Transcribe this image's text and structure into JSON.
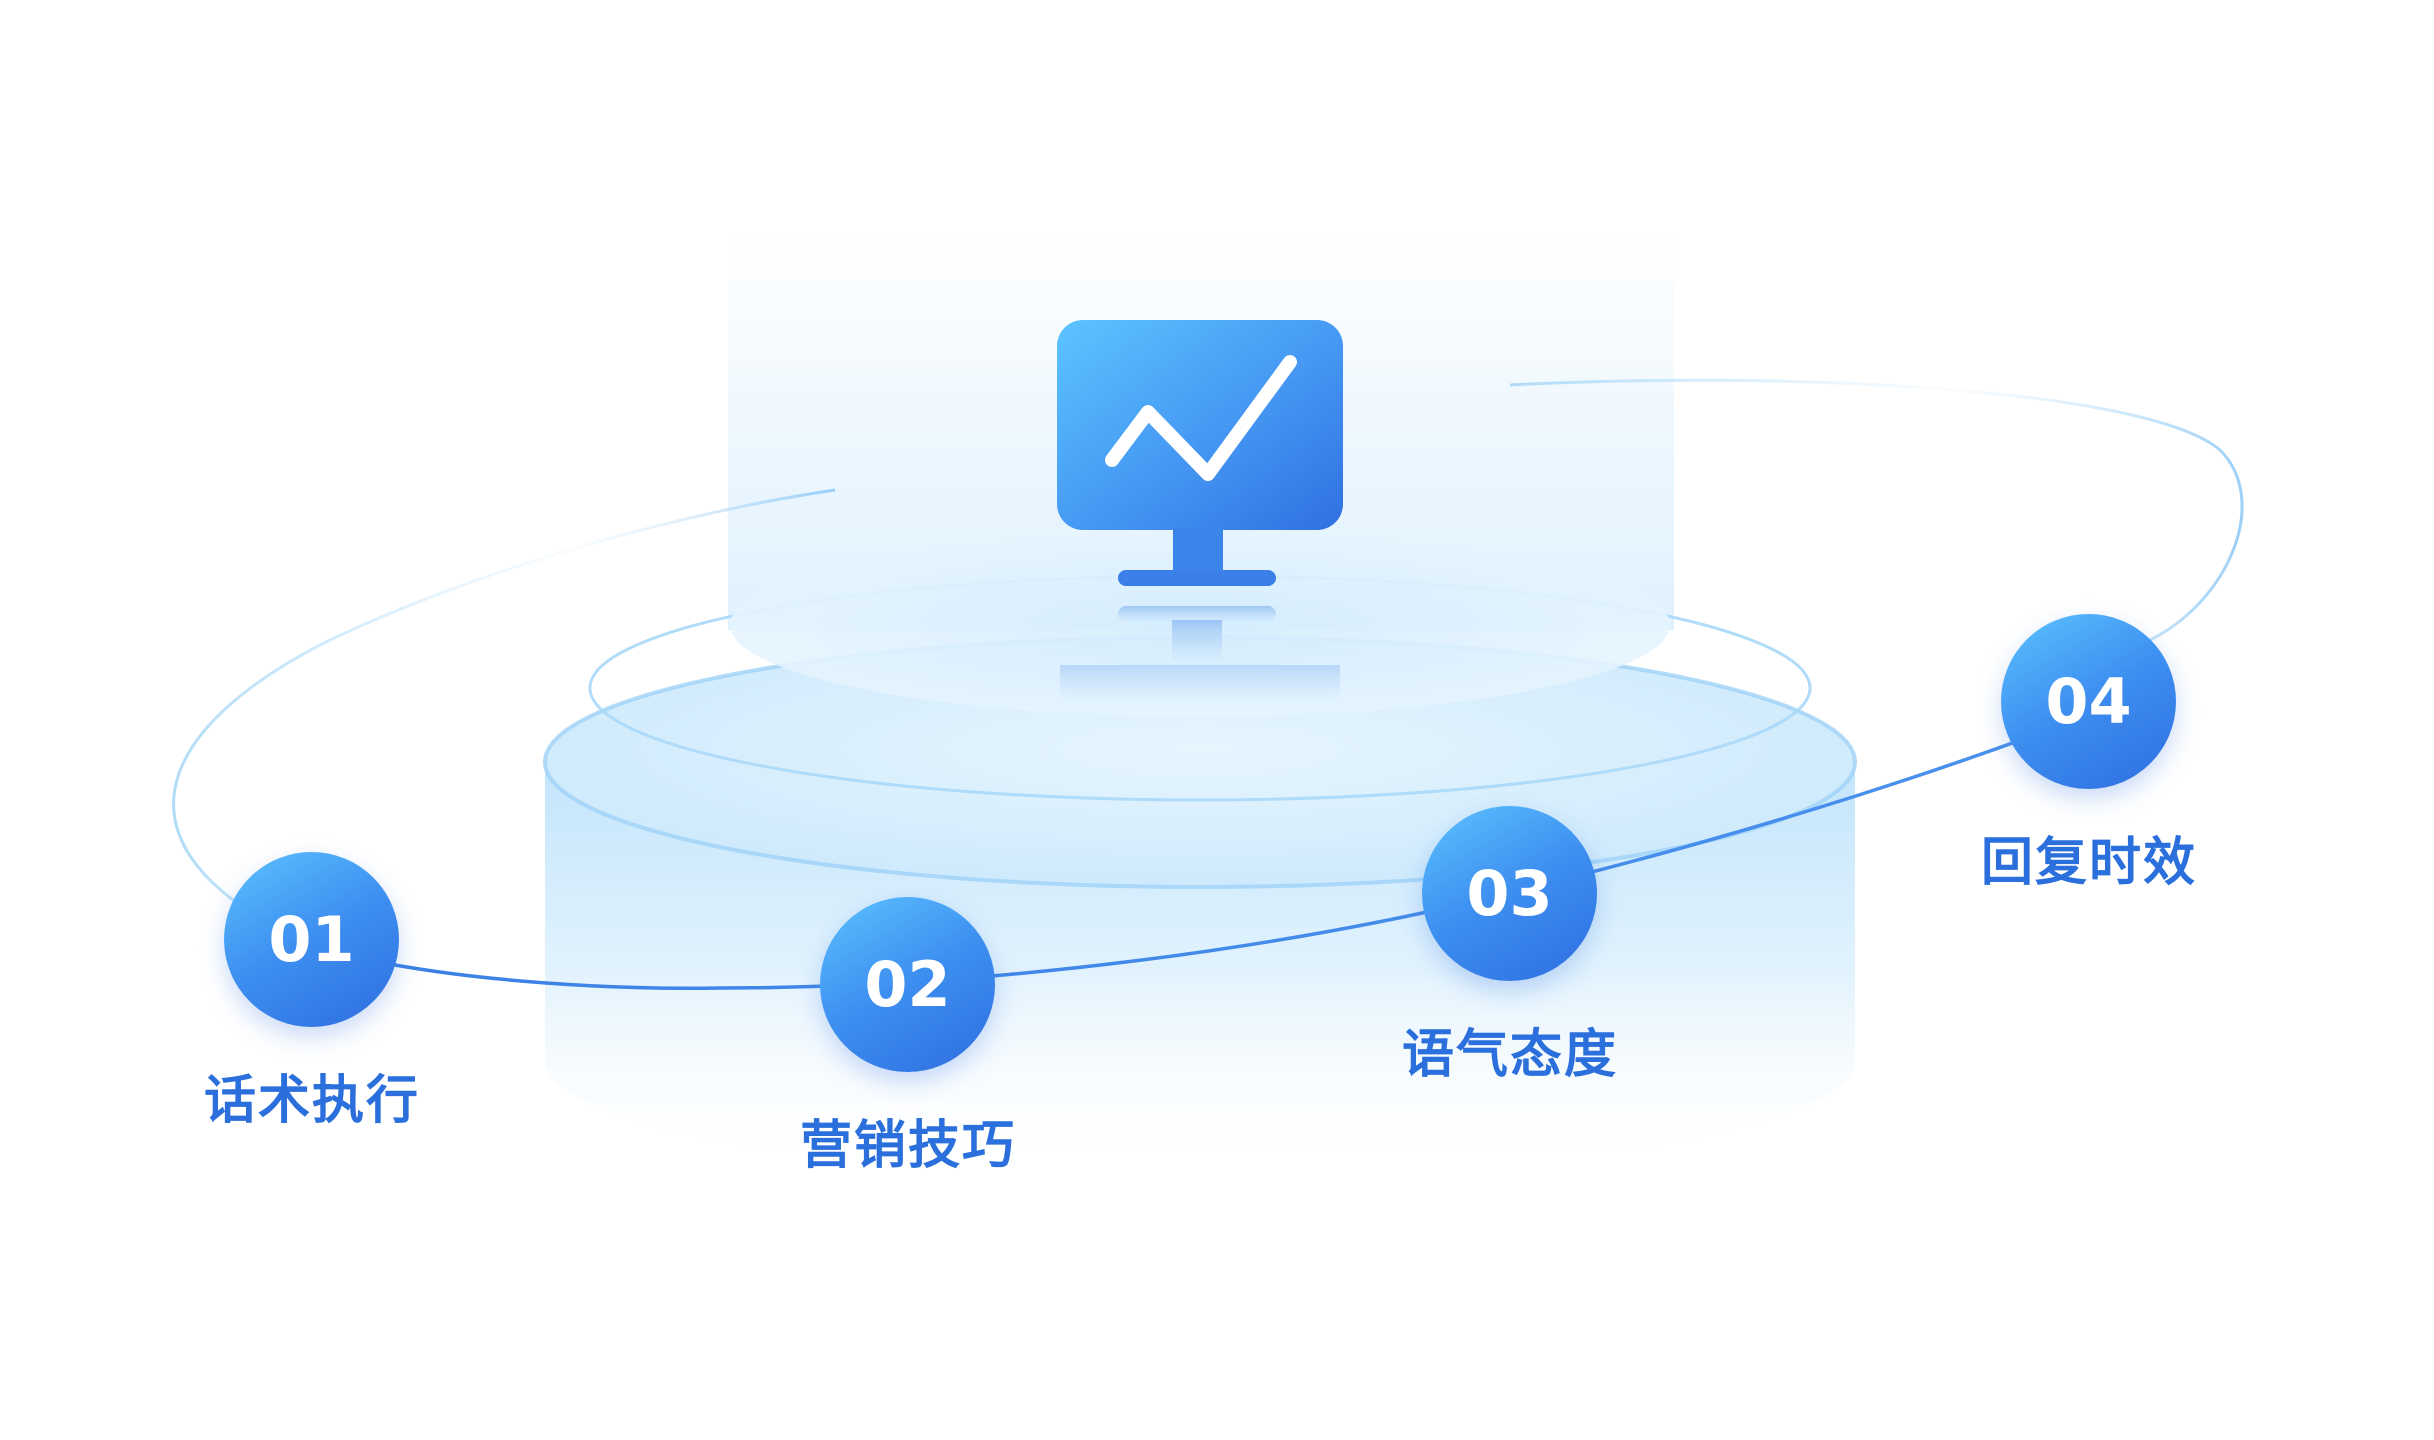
{
  "steps": [
    {
      "number": "01",
      "label": "话术执行"
    },
    {
      "number": "02",
      "label": "营销技巧"
    },
    {
      "number": "03",
      "label": "语气态度"
    },
    {
      "number": "04",
      "label": "回复时效"
    }
  ],
  "colors": {
    "accent": "#2e6ee0",
    "accent_light": "#5cc2ff",
    "label": "#2a6fdc",
    "platform": "#cfe9fd"
  },
  "icons": {
    "center": "monitor-trend-chart-icon"
  }
}
